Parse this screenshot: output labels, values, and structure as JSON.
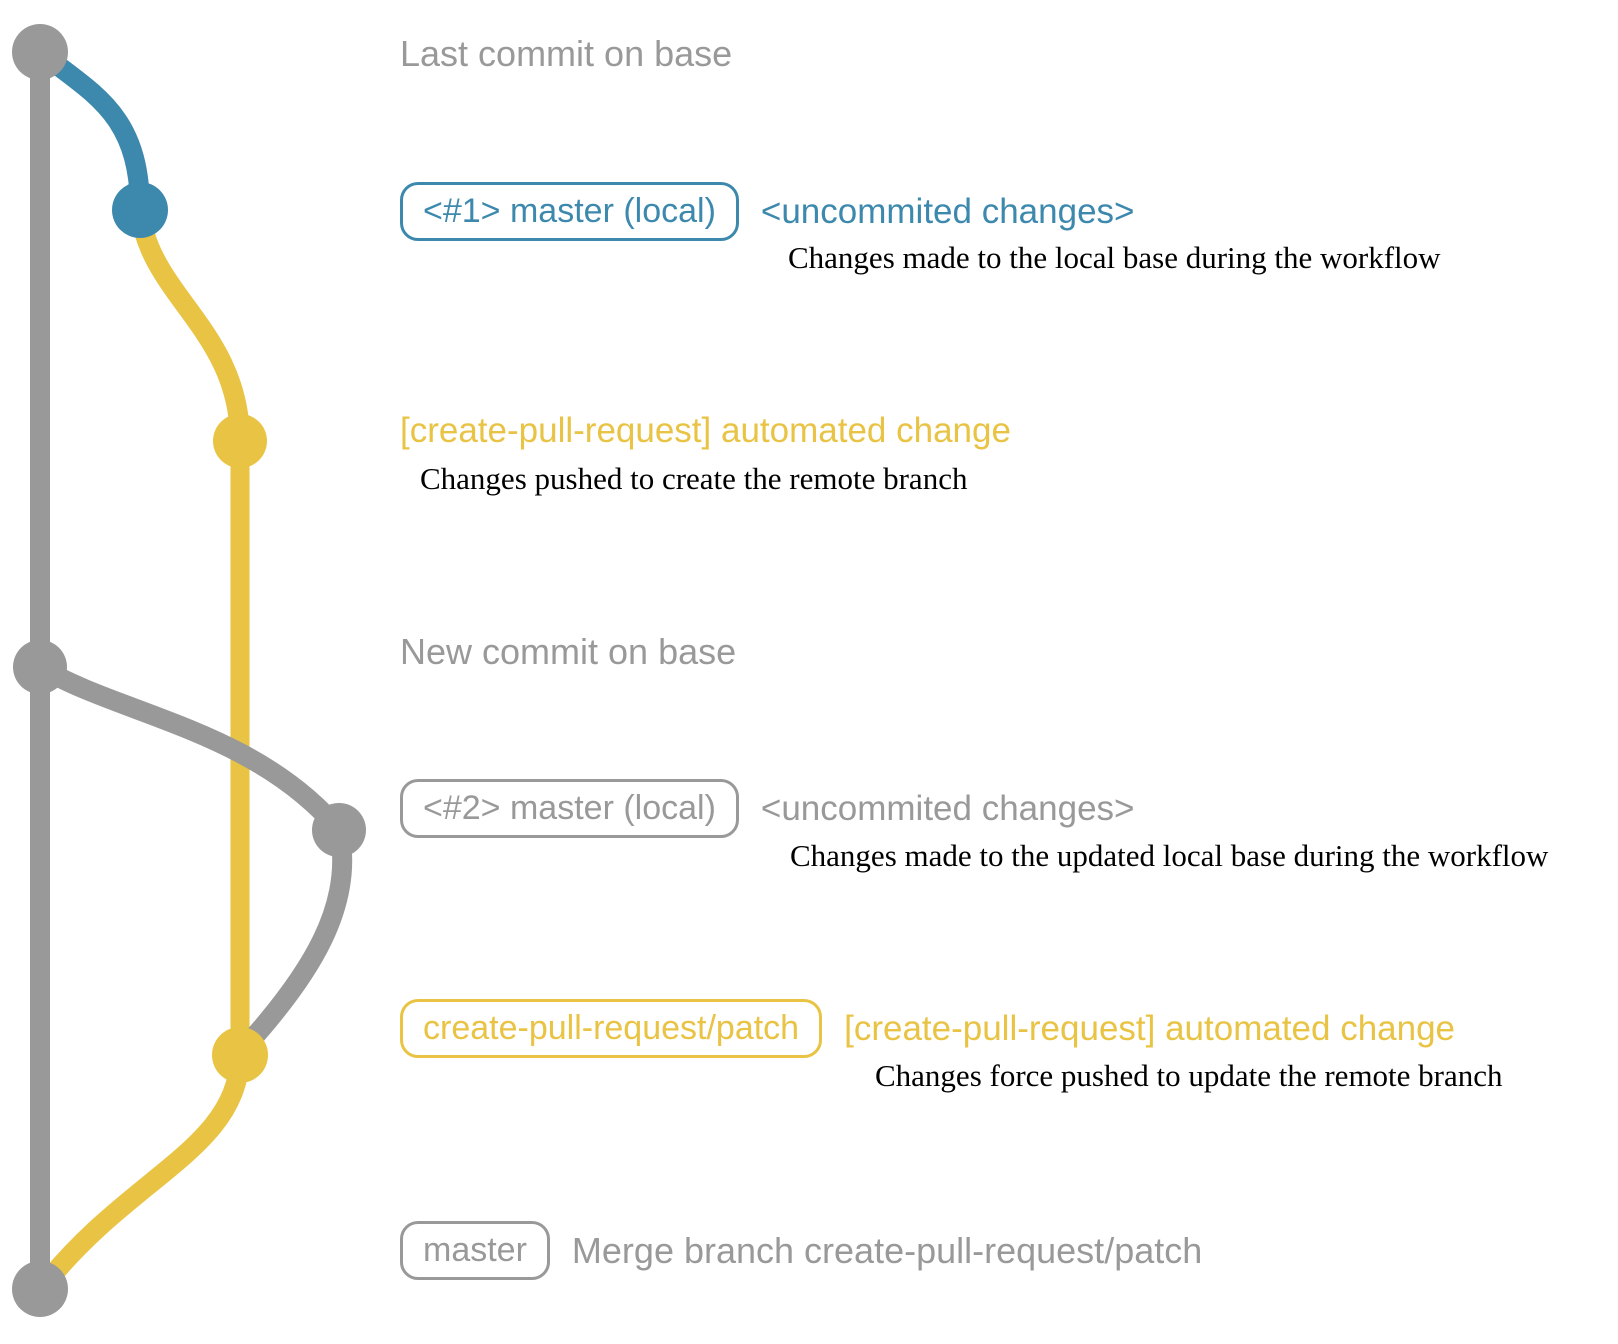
{
  "colors": {
    "gray": "#999999",
    "blue": "#3d89ae",
    "yellow": "#e9c344",
    "annotation_text": "#000000",
    "background": "#ffffff"
  },
  "graph": {
    "description": "git commit graph",
    "commits": [
      {
        "id": "last-commit-on-base",
        "color": "gray"
      },
      {
        "id": "local-commit-1",
        "color": "blue"
      },
      {
        "id": "remote-branch-commit-1",
        "color": "yellow"
      },
      {
        "id": "new-commit-on-base",
        "color": "gray"
      },
      {
        "id": "local-commit-2",
        "color": "gray"
      },
      {
        "id": "remote-branch-commit-2",
        "color": "yellow"
      },
      {
        "id": "merge-commit",
        "color": "gray"
      }
    ]
  },
  "annotations": {
    "last_commit": {
      "title": "Last commit on base"
    },
    "local_1": {
      "branch_label": "<#1> master (local)",
      "status": "<uncommited changes>",
      "description": "Changes made to the local base during the workflow"
    },
    "push_1": {
      "commit_message": "[create-pull-request] automated change",
      "description": "Changes pushed to create the remote branch"
    },
    "new_commit": {
      "title": "New commit on base"
    },
    "local_2": {
      "branch_label": "<#2> master (local)",
      "status": "<uncommited changes>",
      "description": "Changes made to the updated local base during the workflow"
    },
    "push_2": {
      "branch_label": "create-pull-request/patch",
      "commit_message": "[create-pull-request] automated change",
      "description": "Changes force pushed to update the remote branch"
    },
    "merge": {
      "branch_label": "master",
      "commit_message": "Merge branch create-pull-request/patch"
    }
  }
}
